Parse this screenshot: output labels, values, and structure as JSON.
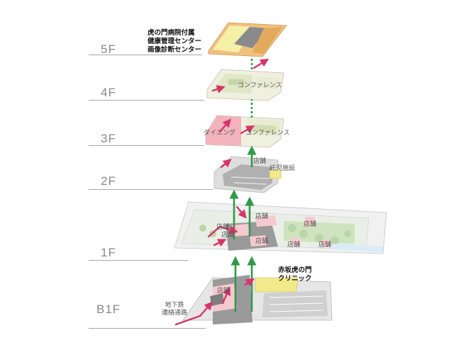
{
  "floors": [
    {
      "id": "5F",
      "label": "5F"
    },
    {
      "id": "4F",
      "label": "4F"
    },
    {
      "id": "3F",
      "label": "3F"
    },
    {
      "id": "2F",
      "label": "2F"
    },
    {
      "id": "1F",
      "label": "1F"
    },
    {
      "id": "B1F",
      "label": "B1F"
    }
  ],
  "annotations": {
    "hospital_5f": [
      "虎の門病院付属",
      "健康管理センター",
      "画像診断センター"
    ],
    "conference_4f": "コンファレンス",
    "dining_3f": "ダイニング",
    "conference_3f": "コンファレンス",
    "store_2f": "店舗",
    "nursery_2f": "託児施設",
    "store_1f": [
      "店舗",
      "店舗",
      "店舗",
      "店舗",
      "店舗",
      "店舗",
      "店舗"
    ],
    "store_b1f": "店舗",
    "clinic_b1f": [
      "赤坂虎の門",
      "クリニック"
    ],
    "subway_b1f": [
      "地下鉄",
      "連絡通路"
    ]
  },
  "colors": {
    "arrow_green": "#2f9a4a",
    "arrow_pink": "#d8336b",
    "floor_gray": "#d9d9d9",
    "building_gray": "#8a8a8a",
    "hospital_orange": "#f0c080",
    "highlight_yellow": "#f1e98a",
    "dining_pink": "#f2b3bd",
    "garden_green": "#cfe3c0",
    "store_pink": "#f6c9d0"
  }
}
